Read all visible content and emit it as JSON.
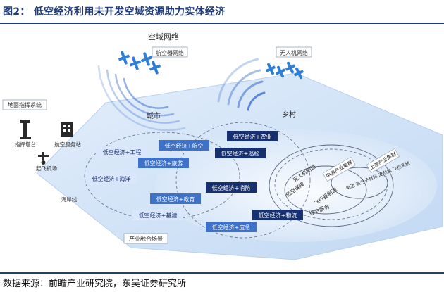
{
  "figure": {
    "title": "图2：  低空经济利用未开发空域资源助力实体经济",
    "source": "数据来源：前瞻产业研究院，东吴证券研究所"
  },
  "airspace": {
    "label": "空域网络",
    "aircraft_network": "航空器网络",
    "drone_network": "无人机网络"
  },
  "ground": {
    "command_system": "地面指挥系统",
    "command_tower": "指挥塔台",
    "service_station": "航空服务站",
    "airport": "起飞机场",
    "coastline": "海岸线"
  },
  "zones": {
    "city": "城市",
    "village": "乡村"
  },
  "economy": {
    "engineering": "低空经济+工程",
    "aviation": "低空经济+航空",
    "tourism": "低空经济+旅游",
    "marine": "低空经济+海洋",
    "education": "低空经济+教育",
    "infrastructure": "低空经济+基建",
    "agriculture": "低空经济+农业",
    "patrol": "低空经济+巡检",
    "firefighting": "低空经济+消防",
    "emergency": "低空经济+应急",
    "logistics": "低空经济+物流"
  },
  "industry": {
    "drone_manufacturing": "无人机制造",
    "low_altitude_security": "低空保障",
    "aircraft_manufacturing": "飞行器制造",
    "integrated_services": "综合服务",
    "midstream": "中游产业集群",
    "upstream": "上游产业集群",
    "upstream_items": "电池 高分子材料 发动机 飞控系统",
    "scene": "产业融合场景"
  },
  "colors": {
    "title_blue": "#1f3d7a",
    "platform_blue": "#cfe3f7",
    "tag_dark": "#17306f",
    "tag_mid": "#3d72c8",
    "tag_light": "#d9e6fb",
    "wave_blue": "#3d6fcf",
    "aircraft_blue": "#2f7fd6"
  }
}
